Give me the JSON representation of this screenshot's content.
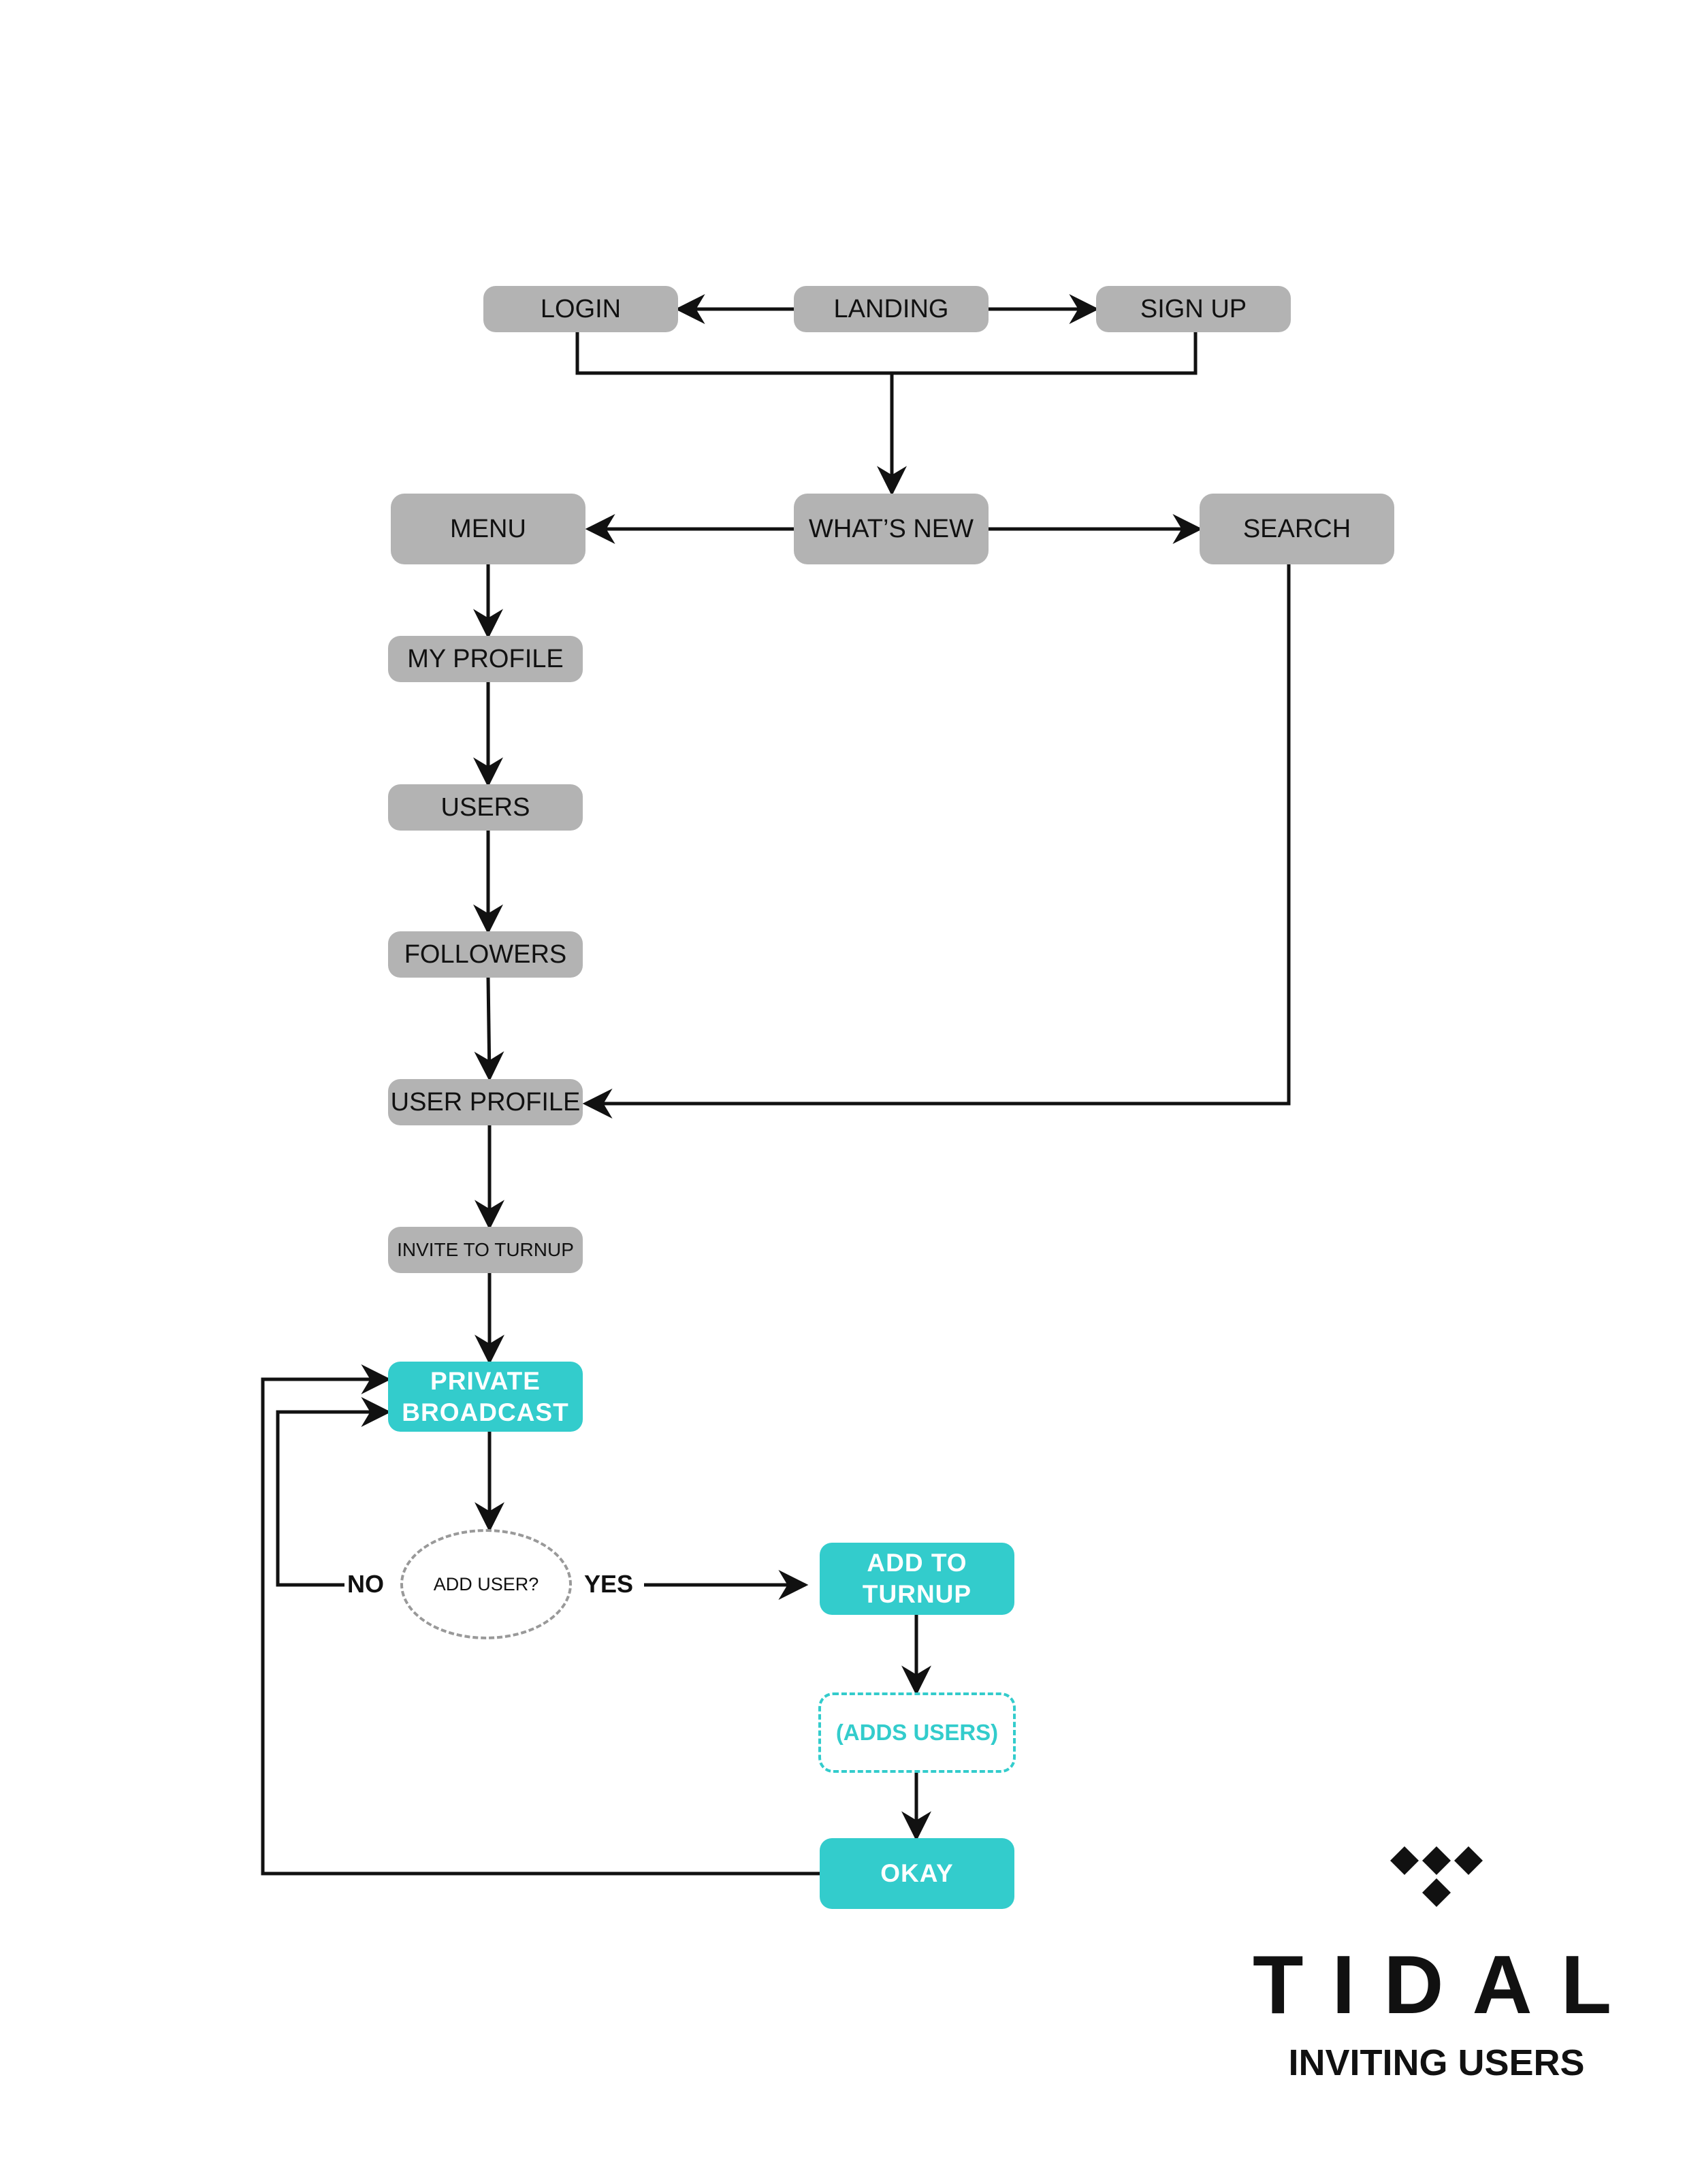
{
  "nodes": {
    "login": "LOGIN",
    "landing": "LANDING",
    "sign_up": "SIGN UP",
    "whats_new": "WHAT’S NEW",
    "menu": "MENU",
    "search": "SEARCH",
    "my_profile": "MY PROFILE",
    "users": "USERS",
    "followers": "FOLLOWERS",
    "user_profile": "USER PROFILE",
    "invite_to_turnup": "INVITE TO TURNUP",
    "private_broadcast": "PRIVATE\nBROADCAST",
    "add_user_decision": "ADD USER?",
    "add_to_turnup": "ADD TO\nTURNUP",
    "adds_users": "(ADDS USERS)",
    "okay": "OKAY"
  },
  "labels": {
    "no": "NO",
    "yes": "YES"
  },
  "brand": {
    "name": "TIDAL",
    "subtitle": "INVITING USERS"
  },
  "colors": {
    "gray_node": "#b3b3b3",
    "teal_node": "#33cccc",
    "decision_border": "#999999",
    "edge": "#111111"
  },
  "icons": {
    "logo": "tidal-diamond-logo-icon"
  }
}
